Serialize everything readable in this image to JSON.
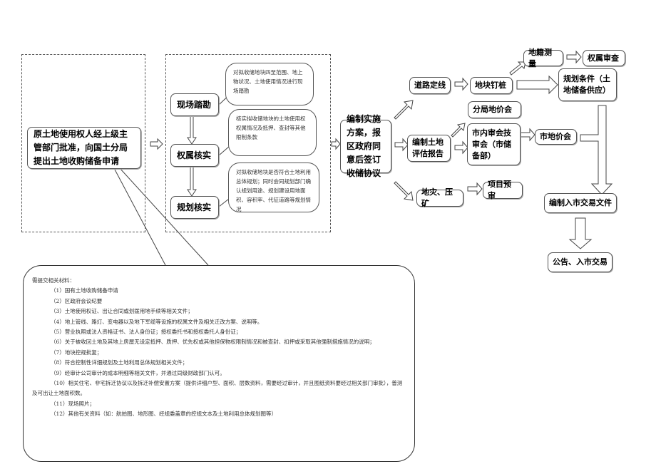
{
  "left_box": "原土地使用权人经上级主管部门批准，向国土分局提出土地收购储备申请",
  "verification": {
    "steps": [
      "现场踏勘",
      "权属核实",
      "规划核实"
    ],
    "notes": [
      "对拟收储地块四至范围、地上物状况、土地使用情况进行现场踏勘",
      "核实拟收储地块的土地使用权权属情况及抵押、查封等其他限制条款",
      "对拟收储地块是否符合土地利用总体规划；同时会同规划部门确认规划用途、规划建设用地面积、容积率、代征道路等规划情况"
    ]
  },
  "plan_box": "编制实施方案，报区政府同意后签订收储协议",
  "branches": {
    "road": "道路定线",
    "pile": "地块钉桩",
    "survey": "地籍测量",
    "ownership_review": "权属审查",
    "planning_conditions": "规划条件（土地储备供应）",
    "appraisal_report": "编制土地评估报告",
    "district_price": "分局地价会",
    "city_review": "市内审会技审会（市储备部）",
    "city_price": "市地价会",
    "disaster": "地灾、压矿",
    "project_review": "项目预审",
    "market_docs": "编制入市交易文件",
    "announce": "公告、入市交易"
  },
  "materials": {
    "title": "需提交相关材料：",
    "items": [
      "（1）国有土地收购储备申请",
      "（2）区政府会议纪要",
      "（3）土地使用权证、出让合同或划拨用地手续等相关文件；",
      "（4）地上管线、路灯、变电器以及地下军缆等设施的权属文件及相关迁改方案、说明等。",
      "（5）营业执照或法人资格证书、法人身份证；授权委托书和授权委托人身份证；",
      "（6）关于被收回土地及其地上房屋无设定抵押、质押、优先权或其他担保物权限制情况和被查封、扣押或采取其他强制措施情况的说明；",
      "（7）地块控规批复；",
      "（8）符合控制性详细规划及土地利用总体规划相关文件；",
      "（9）经审计公司审计的成本明细等相关文件，并通过同级财政部门认可。",
      "（10）相关住宅、非宅拆迁协议以及拆迁补偿安置方案（提供详细户型、面积、层数资料，需要经过审计，并且图纸资料要经过相关部门审批），普测及可出让土地面积数。",
      "（11）现场照片；",
      "（12）其他有关资料（如：航拍图、地形图、经规委盖章的控规文本及土地利用总体规划图等）"
    ]
  }
}
